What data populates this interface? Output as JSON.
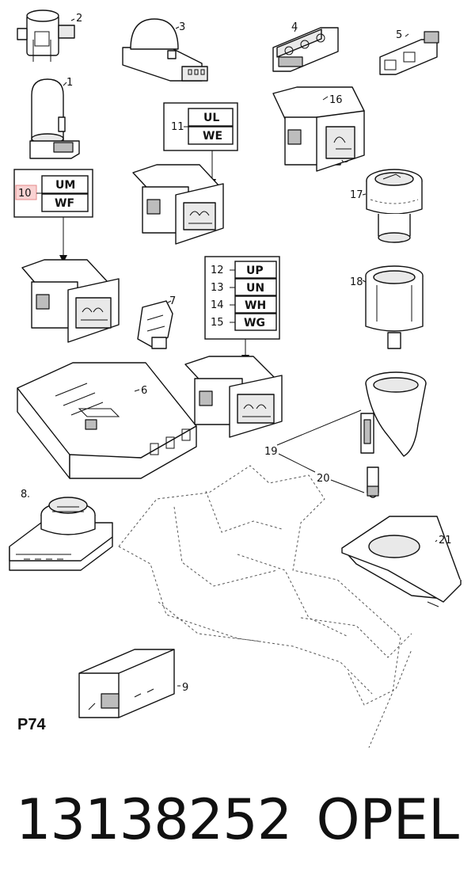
{
  "callouts": [
    "1",
    "2",
    "3",
    "4",
    "5",
    "6",
    "7",
    "8",
    "9",
    "10",
    "11",
    "12",
    "13",
    "14",
    "15",
    "16",
    "17",
    "18",
    "19",
    "20",
    "21"
  ],
  "option_codes": {
    "box10": [
      "UM",
      "WF"
    ],
    "box11": [
      "UL",
      "WE"
    ],
    "box12_15": [
      "UP",
      "UN",
      "WH",
      "WG"
    ]
  },
  "diagram_code": "P74",
  "footer": {
    "part_number": "13138252",
    "brand": "OPEL"
  }
}
